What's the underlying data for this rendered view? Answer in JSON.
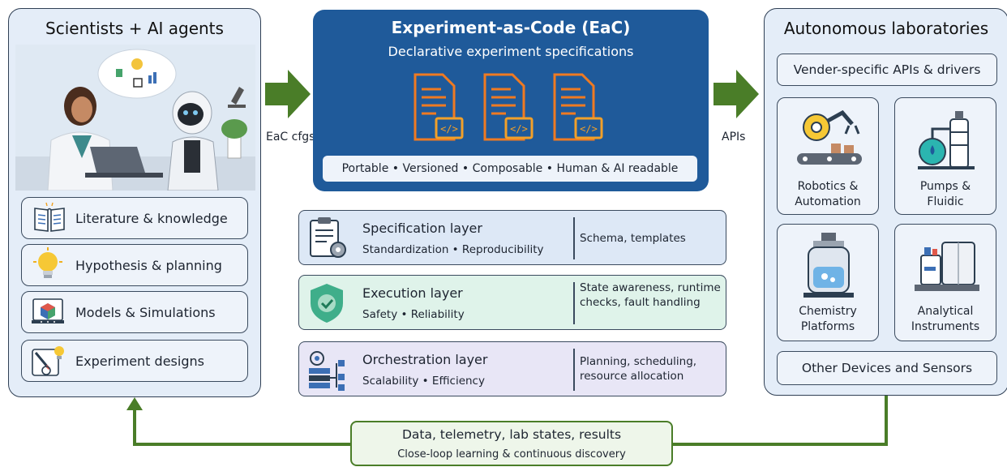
{
  "left_panel": {
    "title": "Scientists + AI agents",
    "items": [
      {
        "label": "Literature & knowledge",
        "icon": "book-icon"
      },
      {
        "label": "Hypothesis & planning",
        "icon": "lightbulb-icon"
      },
      {
        "label": "Models & Simulations",
        "icon": "cube-monitor-icon"
      },
      {
        "label": "Experiment designs",
        "icon": "blueprint-icon"
      }
    ]
  },
  "center_box": {
    "title": "Experiment-as-Code (EaC)",
    "subtitle": "Declarative experiment specifications",
    "properties": "Portable • Versioned • Composable • Human & AI readable"
  },
  "arrows": {
    "left_label": "EaC cfgs",
    "right_label": "APIs"
  },
  "layers": [
    {
      "name": "Specification layer",
      "sub": "Standardization • Reproducibility",
      "desc": "Schema, templates",
      "icon": "clipboard-gear-icon",
      "color": "#dde8f6"
    },
    {
      "name": "Execution layer",
      "sub": "Safety • Reliability",
      "desc": "State awareness, runtime checks, fault handling",
      "icon": "shield-check-icon",
      "color": "#dff3ea"
    },
    {
      "name": "Orchestration layer",
      "sub": "Scalability • Efficiency",
      "desc": "Planning, scheduling, resource allocation",
      "icon": "server-network-icon",
      "color": "#e8e6f6"
    }
  ],
  "right_panel": {
    "title": "Autonomous laboratories",
    "top_box": "Vender-specific APIs & drivers",
    "devices": [
      {
        "label": "Robotics & Automation",
        "icon": "robot-arm-icon"
      },
      {
        "label": "Pumps & Fluidic",
        "icon": "pump-icon"
      },
      {
        "label": "Chemistry Platforms",
        "icon": "reactor-icon"
      },
      {
        "label": "Analytical Instruments",
        "icon": "instrument-icon"
      }
    ],
    "bottom_box": "Other Devices and Sensors"
  },
  "feedback": {
    "line1": "Data, telemetry, lab states, results",
    "line2": "Close-loop learning & continuous discovery"
  },
  "colors": {
    "panel_bg": "#e4edf8",
    "center_bg": "#1f5a9a",
    "arrow_green": "#4a7d28",
    "doc_orange": "#e8681c"
  }
}
